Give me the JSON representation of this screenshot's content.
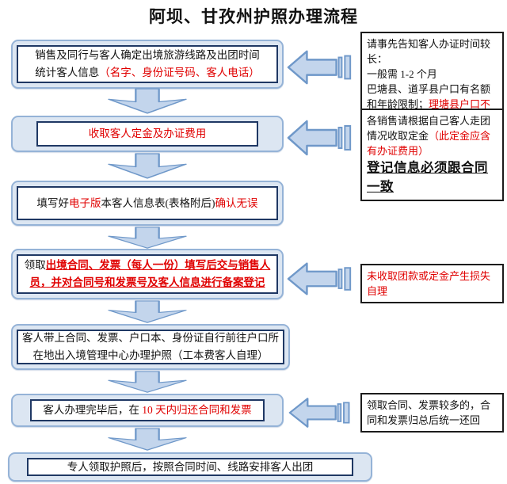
{
  "title": "阿坝、甘孜州护照办理流程",
  "colors": {
    "accent_red": "#e00000",
    "flow_box_fill": "#dce6f2",
    "flow_box_border": "#95b3d7",
    "inner_box_border": "#1f3864",
    "arrow_fill": "#c3d5ec",
    "arrow_stroke": "#6f98c9"
  },
  "steps": {
    "s1": {
      "line1": "销售及同行与客人确定出境旅游线路及出团时间",
      "line2_black": "统计客人信息",
      "line2_red": "（名字、身份证号码、客人电话）"
    },
    "s2": {
      "text": "收取客人定金及办证费用"
    },
    "s3": {
      "p1": "填写好",
      "p2": "电子版",
      "p3": "本客人信息表(表格附后)",
      "p4": "确认无误"
    },
    "s4": {
      "p1": "领取",
      "p2": "出境合同、发票（每人一份）填写后交与销售人员，并对合同号和发票号及客人信息进行备案登记"
    },
    "s5": {
      "text": "客人带上合同、发票、户口本、身份证自行前往户口所在地出入境管理中心办理护照（工本费客人自理）"
    },
    "s6": {
      "p1": "客人办理完毕后，在 ",
      "p2": "10 天内归还合同和发票"
    },
    "s7": {
      "text": "专人领取护照后，按照合同时间、线路安排客人出团"
    }
  },
  "notes": {
    "n1": {
      "l1": "请事先告知客人办证时间较长：",
      "l2": "一般需 1-2 个月",
      "l3_black": "巴塘县、道孚县户口有名额和年龄限制；",
      "l3_red": "理塘县户口不能办理"
    },
    "n2": {
      "p1": "各销售请根据自己客人走团情况收取定金",
      "p2": "（此定金应含有办证费用）",
      "p3": "登记信息必须跟合同一致"
    },
    "n3": {
      "text": "未收取团款或定金产生损失自理"
    },
    "n4": {
      "text": "领取合同、发票较多的，合同和发票归总后统一还回"
    }
  }
}
